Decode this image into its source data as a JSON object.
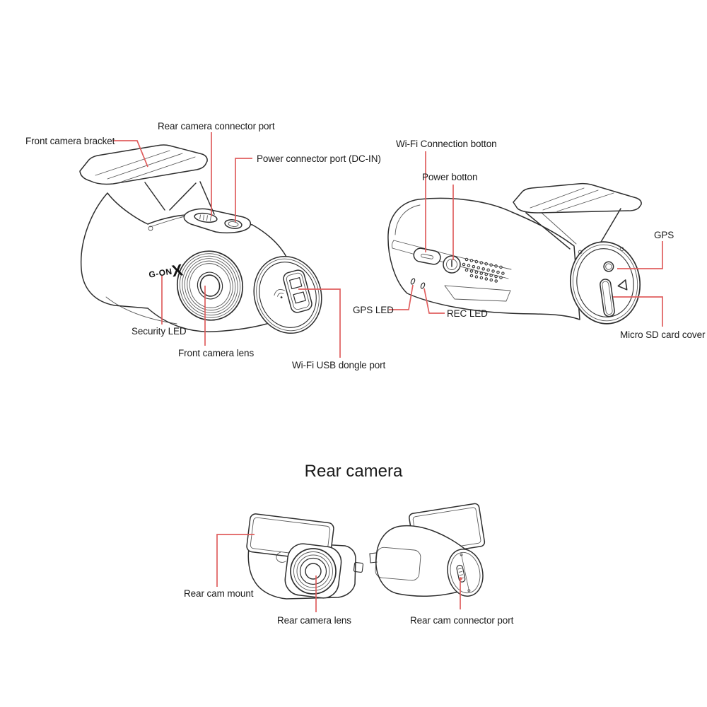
{
  "colors": {
    "background": "#ffffff",
    "line_art": "#2e2e2e",
    "leader_line": "#e05e5e",
    "text": "#1b1b1b"
  },
  "front_camera_section": {
    "logo_text": "G-ON",
    "logo_x": "X",
    "labels": {
      "rear_camera_connector_port": "Rear camera connector port",
      "front_camera_bracket": "Front camera bracket",
      "power_connector_port": "Power connector port (DC-IN)",
      "security_led": "Security LED",
      "front_camera_lens": "Front camera lens",
      "wifi_usb_dongle_port": "Wi-Fi USB dongle port"
    }
  },
  "rear_view_section": {
    "labels": {
      "wifi_connection_button": "Wi-Fi Connection botton",
      "power_button": "Power botton",
      "gps": "GPS",
      "gps_led": "GPS LED",
      "rec_led": "REC LED",
      "micro_sd_card_cover": "Micro SD card cover"
    }
  },
  "rear_camera_section": {
    "heading": "Rear camera",
    "labels": {
      "rear_cam_mount": "Rear cam mount",
      "rear_camera_lens": "Rear camera lens",
      "rear_cam_connector_port": "Rear cam connector port"
    }
  }
}
